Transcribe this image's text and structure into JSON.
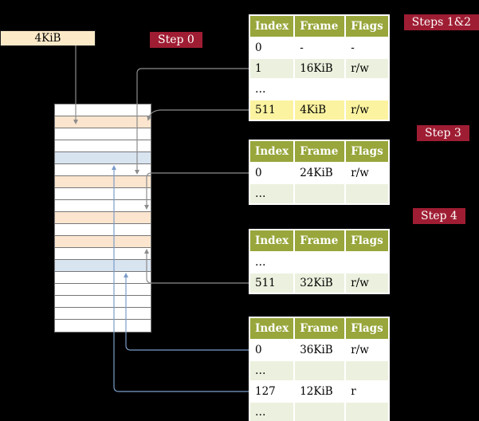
{
  "diagram": {
    "frame_box_label": "4KiB",
    "badges": {
      "step0": "Step 0",
      "steps_1_2": "Steps 1&2",
      "step3": "Step 3",
      "step4": "Step 4"
    }
  },
  "tables": [
    {
      "headers": [
        "Index",
        "Frame",
        "Flags"
      ],
      "rows": [
        [
          "0",
          "-",
          "-"
        ],
        [
          "1",
          "16KiB",
          "r/w"
        ],
        [
          "…",
          "",
          ""
        ],
        [
          "511",
          "4KiB",
          "r/w"
        ]
      ]
    },
    {
      "headers": [
        "Index",
        "Frame",
        "Flags"
      ],
      "rows": [
        [
          "0",
          "24KiB",
          "r/w"
        ],
        [
          "…",
          "",
          ""
        ]
      ]
    },
    {
      "headers": [
        "Index",
        "Frame",
        "Flags"
      ],
      "rows": [
        [
          "…",
          "",
          ""
        ],
        [
          "511",
          "32KiB",
          "r/w"
        ]
      ]
    },
    {
      "headers": [
        "Index",
        "Frame",
        "Flags"
      ],
      "rows": [
        [
          "0",
          "36KiB",
          "r/w"
        ],
        [
          "…",
          "",
          ""
        ],
        [
          "127",
          "12KiB",
          "r"
        ],
        [
          "…",
          "",
          ""
        ]
      ]
    }
  ],
  "memory": {
    "row_count": 19,
    "peach_rows": [
      2,
      7,
      10,
      12
    ],
    "blue_rows": [
      5,
      14
    ]
  },
  "colors": {
    "background": "#000000",
    "badge_bg": "#9f1d33",
    "badge_text": "#ffffff",
    "frame_box_bg": "#fbe9c8",
    "table_header_bg": "#98a63b",
    "table_row_green": "#ebf1de",
    "table_row_yellow": "#fbf3a0",
    "memory_peach": "#fbe5cf",
    "memory_blue": "#d9e4f1",
    "arrow_gray": "#8c8c8c",
    "arrow_blue": "#7b9cc9"
  }
}
